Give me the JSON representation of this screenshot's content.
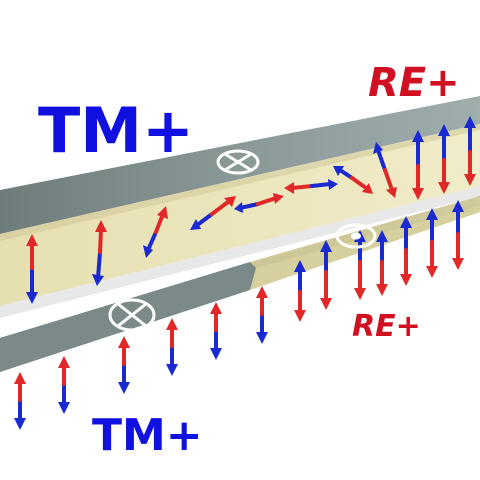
{
  "labels": {
    "tm_top": "TM+",
    "re_top": "RE+",
    "tm_bottom": "TM+",
    "re_bottom": "RE+"
  },
  "symbols": {
    "top_chirality": "circle-cross-icon",
    "bottom_chirality": "circle-cross-icon",
    "bottom_dot": "circle-dot-icon"
  },
  "colors": {
    "tm_label": "#1010e0",
    "re_label": "#d01020",
    "arrow_red": "#e02828",
    "arrow_blue": "#1a2ad0",
    "film_side": "#e9e3b6",
    "film_top": "#7f8e8c"
  }
}
